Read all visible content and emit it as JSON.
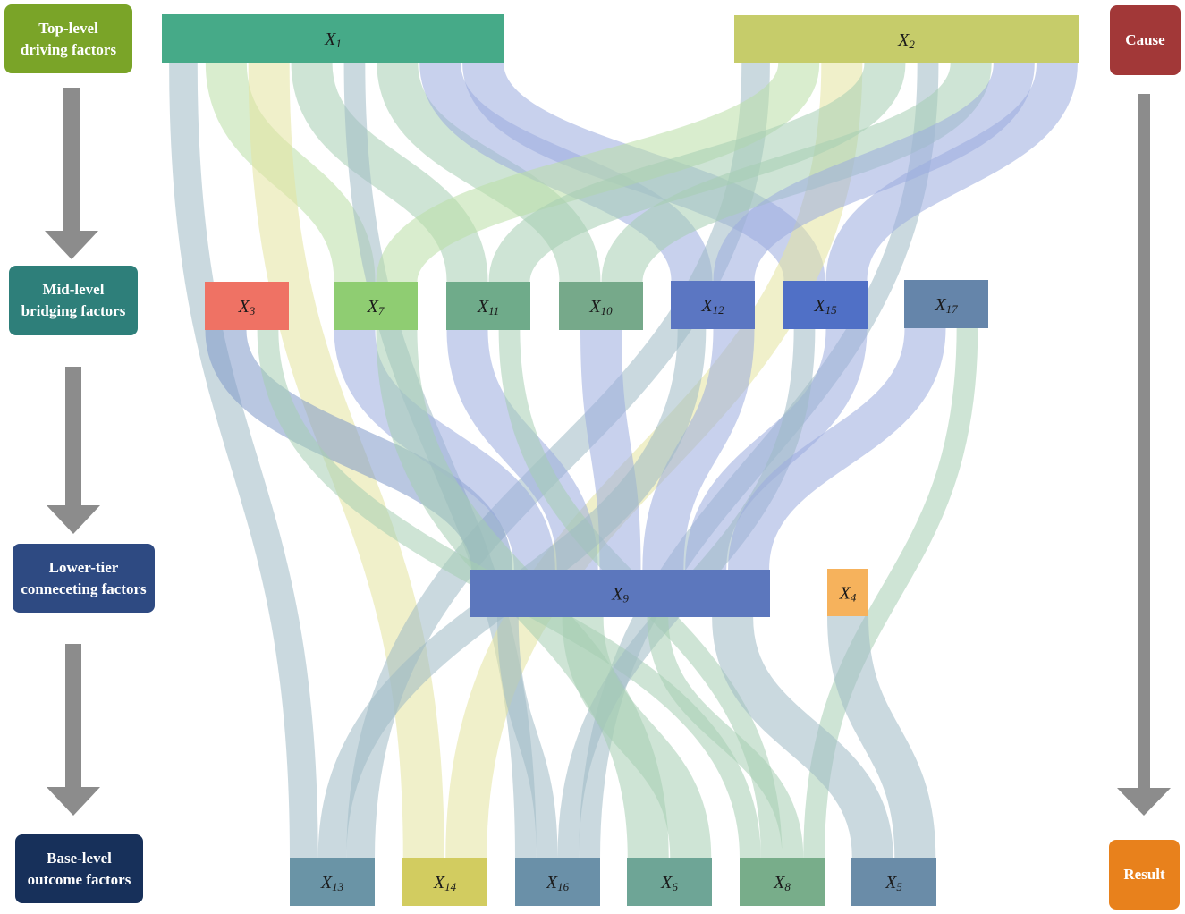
{
  "levels": {
    "top": {
      "line1": "Top-level",
      "line2": "driving factors",
      "color": "#7aa428"
    },
    "mid": {
      "line1": "Mid-level",
      "line2": "bridging factors",
      "color": "#2e7f7a"
    },
    "lower": {
      "line1": "Lower-tier",
      "line2": "conneceting factors",
      "color": "#2e4a82"
    },
    "base": {
      "line1": "Base-level",
      "line2": "outcome factors",
      "color": "#17305a"
    }
  },
  "cause": {
    "label": "Cause",
    "color": "#a23838"
  },
  "result": {
    "label": "Result",
    "color": "#e8811c"
  },
  "nodes": [
    {
      "id": "X1",
      "letter": "X",
      "sub": "1",
      "color": "#46aa88"
    },
    {
      "id": "X2",
      "letter": "X",
      "sub": "2",
      "color": "#c6cc6a"
    },
    {
      "id": "X3",
      "letter": "X",
      "sub": "3",
      "color": "#ef7264"
    },
    {
      "id": "X7",
      "letter": "X",
      "sub": "7",
      "color": "#8fcd72"
    },
    {
      "id": "X11",
      "letter": "X",
      "sub": "11",
      "color": "#6fab8a"
    },
    {
      "id": "X10",
      "letter": "X",
      "sub": "10",
      "color": "#76a98a"
    },
    {
      "id": "X12",
      "letter": "X",
      "sub": "12",
      "color": "#5b76c2"
    },
    {
      "id": "X15",
      "letter": "X",
      "sub": "15",
      "color": "#5070c6"
    },
    {
      "id": "X17",
      "letter": "X",
      "sub": "17",
      "color": "#6585aa"
    },
    {
      "id": "X9",
      "letter": "X",
      "sub": "9",
      "color": "#5c77bd"
    },
    {
      "id": "X4",
      "letter": "X",
      "sub": "4",
      "color": "#f6b25c"
    },
    {
      "id": "X13",
      "letter": "X",
      "sub": "13",
      "color": "#6a94a6"
    },
    {
      "id": "X14",
      "letter": "X",
      "sub": "14",
      "color": "#d2cc60"
    },
    {
      "id": "X16",
      "letter": "X",
      "sub": "16",
      "color": "#6a90a8"
    },
    {
      "id": "X6",
      "letter": "X",
      "sub": "6",
      "color": "#6ea596"
    },
    {
      "id": "X8",
      "letter": "X",
      "sub": "8",
      "color": "#78ad8a"
    },
    {
      "id": "X5",
      "letter": "X",
      "sub": "5",
      "color": "#6a8ca8"
    }
  ],
  "links": [
    {
      "from": "X1",
      "to": "X13",
      "color": "#9fb9c4"
    },
    {
      "from": "X1",
      "to": "X7",
      "color": "#b9dfa5"
    },
    {
      "from": "X1",
      "to": "X14",
      "color": "#e3e39f"
    },
    {
      "from": "X1",
      "to": "X11",
      "color": "#a6cdb2"
    },
    {
      "from": "X1",
      "to": "X16",
      "color": "#9fb9c4"
    },
    {
      "from": "X1",
      "to": "X10",
      "color": "#a6cdb2"
    },
    {
      "from": "X1",
      "to": "X12",
      "color": "#9aabdf"
    },
    {
      "from": "X1",
      "to": "X15",
      "color": "#9aabdf"
    },
    {
      "from": "X2",
      "to": "X13",
      "color": "#9fb9c4"
    },
    {
      "from": "X2",
      "to": "X7",
      "color": "#b9dfa5"
    },
    {
      "from": "X2",
      "to": "X14",
      "color": "#e3e39f"
    },
    {
      "from": "X2",
      "to": "X11",
      "color": "#a6cdb2"
    },
    {
      "from": "X2",
      "to": "X16",
      "color": "#9fb9c4"
    },
    {
      "from": "X2",
      "to": "X10",
      "color": "#a6cdb2"
    },
    {
      "from": "X2",
      "to": "X12",
      "color": "#9aabdf"
    },
    {
      "from": "X2",
      "to": "X15",
      "color": "#9aabdf"
    },
    {
      "from": "X3",
      "to": "X9",
      "color": "#7f99c9"
    },
    {
      "from": "X3",
      "to": "X8",
      "color": "#a6cdb2"
    },
    {
      "from": "X7",
      "to": "X9",
      "color": "#9aabdf"
    },
    {
      "from": "X7",
      "to": "X6",
      "color": "#a6cdb2"
    },
    {
      "from": "X11",
      "to": "X9",
      "color": "#9aabdf"
    },
    {
      "from": "X11",
      "to": "X8",
      "color": "#a6cdb2"
    },
    {
      "from": "X10",
      "to": "X9",
      "color": "#9aabdf"
    },
    {
      "from": "X12",
      "to": "X9",
      "color": "#9aabdf"
    },
    {
      "from": "X12",
      "to": "X13",
      "color": "#9fb9c4"
    },
    {
      "from": "X15",
      "to": "X9",
      "color": "#9aabdf"
    },
    {
      "from": "X15",
      "to": "X16",
      "color": "#9fb9c4"
    },
    {
      "from": "X17",
      "to": "X9",
      "color": "#9aabdf"
    },
    {
      "from": "X17",
      "to": "X8",
      "color": "#a6cdb2"
    },
    {
      "from": "X9",
      "to": "X16",
      "color": "#9fb9c4"
    },
    {
      "from": "X9",
      "to": "X6",
      "color": "#a6cdb2"
    },
    {
      "from": "X9",
      "to": "X8",
      "color": "#a6cdb2"
    },
    {
      "from": "X9",
      "to": "X5",
      "color": "#9fb9c4"
    },
    {
      "from": "X4",
      "to": "X5",
      "color": "#9fb9c4"
    }
  ]
}
